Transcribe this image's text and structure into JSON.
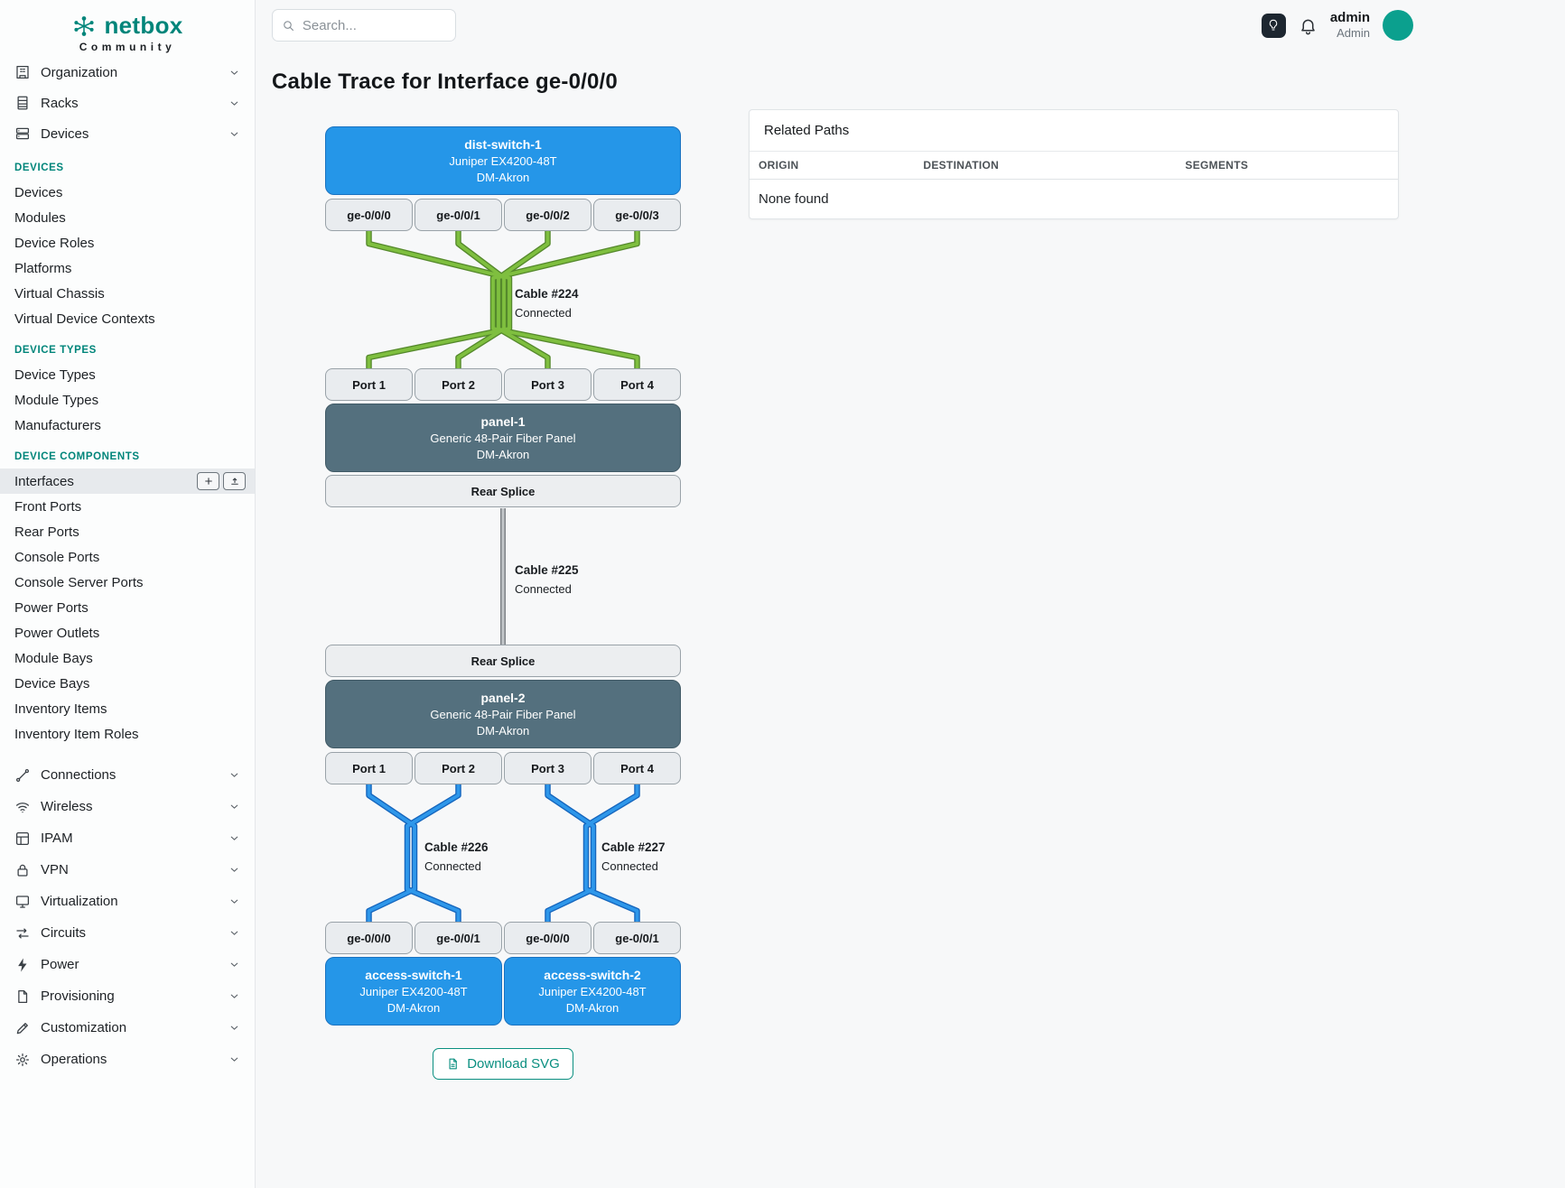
{
  "colors": {
    "accent": "#00857a",
    "node_blue": "#2596e8",
    "node_slate": "#54707e",
    "cable_green": "#7fbf3f",
    "cable_blue": "#2e97ea",
    "cable_gray": "#c2c6c9"
  },
  "brand": {
    "name": "netbox",
    "tagline": "Community"
  },
  "topbar": {
    "search_placeholder": "Search...",
    "user_name": "admin",
    "user_role": "Admin"
  },
  "sidebar": {
    "groups_top": [
      {
        "label": "Organization"
      },
      {
        "label": "Racks"
      },
      {
        "label": "Devices"
      }
    ],
    "sections": [
      {
        "title": "DEVICES",
        "items": [
          "Devices",
          "Modules",
          "Device Roles",
          "Platforms",
          "Virtual Chassis",
          "Virtual Device Contexts"
        ]
      },
      {
        "title": "DEVICE TYPES",
        "items": [
          "Device Types",
          "Module Types",
          "Manufacturers"
        ]
      },
      {
        "title": "DEVICE COMPONENTS",
        "items": [
          "Interfaces",
          "Front Ports",
          "Rear Ports",
          "Console Ports",
          "Console Server Ports",
          "Power Ports",
          "Power Outlets",
          "Module Bays",
          "Device Bays",
          "Inventory Items",
          "Inventory Item Roles"
        ]
      }
    ],
    "groups_bottom": [
      {
        "label": "Connections"
      },
      {
        "label": "Wireless"
      },
      {
        "label": "IPAM"
      },
      {
        "label": "VPN"
      },
      {
        "label": "Virtualization"
      },
      {
        "label": "Circuits"
      },
      {
        "label": "Power"
      },
      {
        "label": "Provisioning"
      },
      {
        "label": "Customization"
      },
      {
        "label": "Operations"
      }
    ]
  },
  "page": {
    "title": "Cable Trace for Interface ge-0/0/0",
    "download_label": "Download SVG"
  },
  "related_paths": {
    "title": "Related Paths",
    "columns": [
      "ORIGIN",
      "DESTINATION",
      "SEGMENTS"
    ],
    "empty": "None found"
  },
  "trace": {
    "dist_switch": {
      "name": "dist-switch-1",
      "model": "Juniper EX4200-48T",
      "site": "DM-Akron",
      "ports": [
        "ge-0/0/0",
        "ge-0/0/1",
        "ge-0/0/2",
        "ge-0/0/3"
      ]
    },
    "panel1": {
      "name": "panel-1",
      "model": "Generic 48-Pair Fiber Panel",
      "site": "DM-Akron",
      "front_ports": [
        "Port 1",
        "Port 2",
        "Port 3",
        "Port 4"
      ],
      "rear_port": "Rear Splice"
    },
    "panel2": {
      "name": "panel-2",
      "model": "Generic 48-Pair Fiber Panel",
      "site": "DM-Akron",
      "front_ports": [
        "Port 1",
        "Port 2",
        "Port 3",
        "Port 4"
      ],
      "rear_port": "Rear Splice"
    },
    "access_switch_1": {
      "name": "access-switch-1",
      "model": "Juniper EX4200-48T",
      "site": "DM-Akron",
      "ports": [
        "ge-0/0/0",
        "ge-0/0/1"
      ]
    },
    "access_switch_2": {
      "name": "access-switch-2",
      "model": "Juniper EX4200-48T",
      "site": "DM-Akron",
      "ports": [
        "ge-0/0/0",
        "ge-0/0/1"
      ]
    },
    "cables": [
      {
        "label": "Cable #224",
        "status": "Connected"
      },
      {
        "label": "Cable #225",
        "status": "Connected"
      },
      {
        "label": "Cable #226",
        "status": "Connected"
      },
      {
        "label": "Cable #227",
        "status": "Connected"
      }
    ]
  }
}
